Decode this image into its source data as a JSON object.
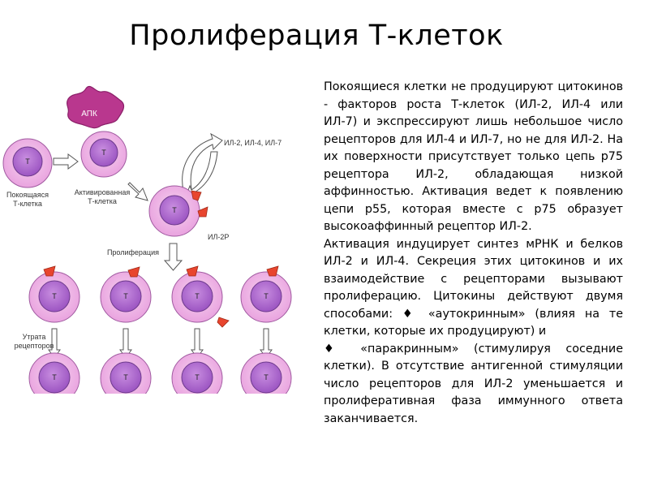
{
  "title": "Пролиферация Т-клеток",
  "paragraphs": [
    "Покоящиеся клетки не продуцируют цитокинов - факторов роста Т-клеток (ИЛ-2, ИЛ-4 или ИЛ-7) и экспрессируют лишь небольшое число рецепторов для ИЛ-4 и ИЛ-7, но не для ИЛ-2. На их поверхности присутствует только цепь р75 рецептора ИЛ-2, обладающая низкой аффинностью. Активация ведет к появлению цепи р55, которая вместе с р75 образует высокоаффинный рецептор ИЛ-2.",
    "Активация индуцирует синтез мРНК и белков ИЛ-2 и ИЛ-4. Секреция этих цитокинов и их взаимодействие с рецепторами вызывают пролиферацию. Цитокины действуют двумя способами: ♦ «аутокринным» (влияя на те клетки, которые их продуцируют) и",
    "♦ «паракринным» (стимулируя соседние клетки). В отсутствие антигенной стимуляции число рецепторов для ИЛ-2 уменьшается и пролиферативная фаза иммунного ответа заканчивается."
  ],
  "diagram": {
    "apc_label": "АПК",
    "cell_label": "Т",
    "resting_label_1": "Покоящаяся",
    "resting_label_2": "Т-клетка",
    "activated_label_1": "Активированная",
    "activated_label_2": "Т-клетка",
    "cytokines_label": "ИЛ-2, ИЛ-4, ИЛ-7",
    "receptor_label": "ИЛ-2Р",
    "proliferation_label": "Пролиферация",
    "loss_label_1": "Утрата",
    "loss_label_2": "рецепторов"
  },
  "colors": {
    "cell_outer": "#f0b8e8",
    "cell_nucleus": "#b46fd0",
    "apc": "#b9378e",
    "receptor": "#e8452e",
    "arrow_outline": "#555555"
  }
}
